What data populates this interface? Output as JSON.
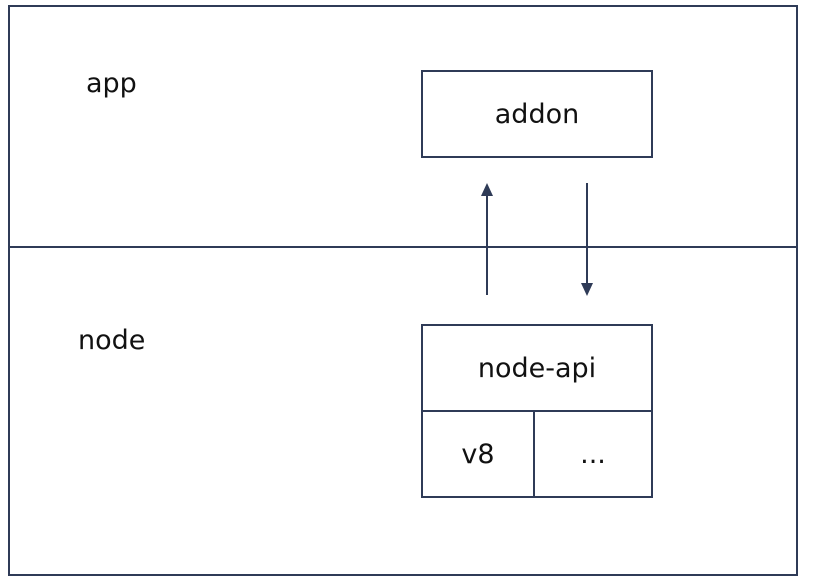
{
  "layers": {
    "app_label": "app",
    "node_label": "node"
  },
  "boxes": {
    "addon": "addon",
    "node_api": "node-api",
    "v8": "v8",
    "other": "..."
  },
  "colors": {
    "line": "#2f3b57",
    "text": "#111111",
    "background": "#ffffff"
  }
}
